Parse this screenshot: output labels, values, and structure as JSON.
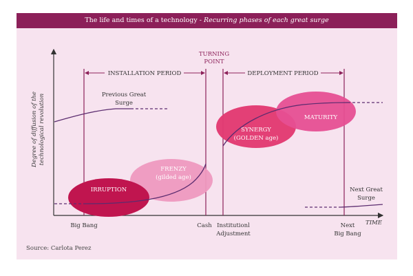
{
  "header": {
    "title": "The life and times of a technology -",
    "subtitle": "Recurring phases of each great surge"
  },
  "y_axis_label_line1": "Degree of diffusion of the",
  "y_axis_label_line2": "technological revolution",
  "x_axis_label": "TIME",
  "turning_point": {
    "line1": "TURNING",
    "line2": "POINT"
  },
  "periods": {
    "installation": "INSTALLATION PERIOD",
    "deployment": "DEPLOYMENT PERIOD"
  },
  "previous_surge": {
    "line1": "Previous Great",
    "line2": "Surge"
  },
  "next_surge": {
    "line1": "Next Great",
    "line2": "Surge"
  },
  "phases": {
    "irruption": "IRRUPTION",
    "frenzy": {
      "line1": "FRENZY",
      "line2": "(gilded age)"
    },
    "synergy": {
      "line1": "SYNERGY",
      "line2": "(GOLDEN age)"
    },
    "maturity": "MATURITY"
  },
  "x_labels": {
    "big_bang": "Big Bang",
    "crash": "Cash",
    "institutional": {
      "line1": "Institutionl",
      "line2": "Adjustment"
    },
    "next_big_bang": {
      "line1": "Next",
      "line2": "Big Bang"
    }
  },
  "source": "Source: Carlota Perez",
  "colors": {
    "title_bar": "#8c2059",
    "background": "#f7e3ef",
    "irruption": "#c0154f",
    "frenzy": "#ee99bf",
    "synergy": "#e23b72",
    "maturity": "#e64f92",
    "curve": "#5b2c6f"
  }
}
